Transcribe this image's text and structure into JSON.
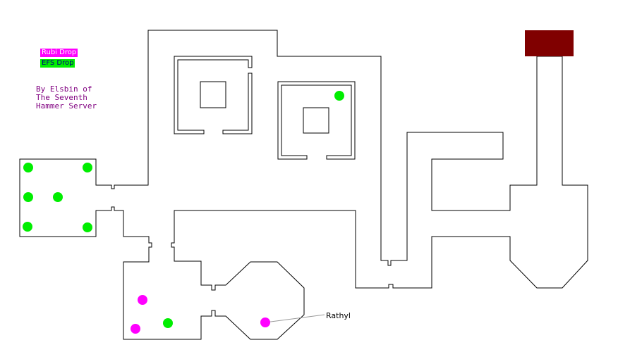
{
  "legend": {
    "rubi_label": "Rubi Drop",
    "efs_label": "EFS Drop"
  },
  "credit": {
    "line1": "By Elsbin of",
    "line2": "The Seventh",
    "line3": "Hammer Server"
  },
  "labels": {
    "rathyl": "Rathyl"
  },
  "colors": {
    "rubi": "#ff00ff",
    "efs": "#00ee00",
    "credit_text": "#800080",
    "exit_block": "#800000",
    "walls": "#000000"
  }
}
